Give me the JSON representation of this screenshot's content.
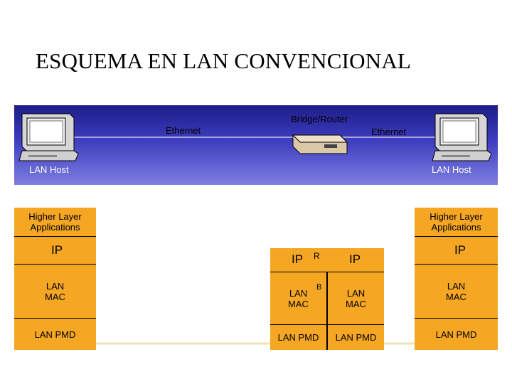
{
  "title": "ESQUEMA EN LAN CONVENCIONAL",
  "network": {
    "left_link_label": "Ethernet",
    "right_link_label": "Ethernet",
    "router_label": "Bridge/Router",
    "left_host_label": "LAN Host",
    "right_host_label": "LAN Host"
  },
  "left_stack": {
    "apps": "Higher Layer Applications",
    "ip": "IP",
    "mac": "LAN MAC",
    "pmd": "LAN PMD"
  },
  "right_stack": {
    "apps": "Higher Layer Applications",
    "ip": "IP",
    "mac": "LAN MAC",
    "pmd": "LAN PMD"
  },
  "router_stack": {
    "ip_left": "IP",
    "ip_right": "IP",
    "r_marker": "R",
    "b_marker": "B",
    "mac_left": "LAN MAC",
    "mac_right": "LAN MAC",
    "pmd_left": "LAN PMD",
    "pmd_right": "LAN PMD"
  },
  "colors": {
    "layer": "#f5a623",
    "path": "#efe6b8",
    "banner_top": "#1c1c88",
    "banner_bottom": "#7e7ee0"
  }
}
